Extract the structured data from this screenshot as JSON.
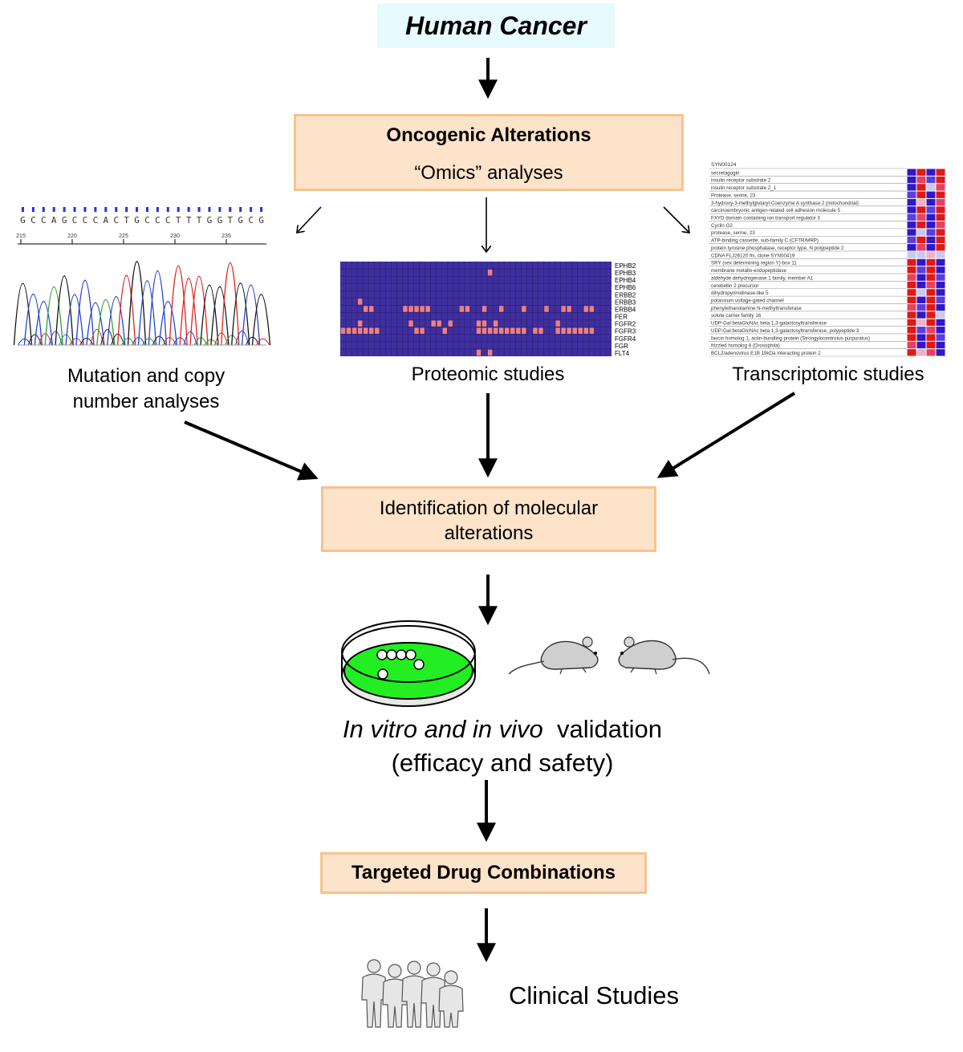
{
  "title": "Human Cancer",
  "nodes": {
    "oncogenic": {
      "title": "Oncogenic Alterations",
      "subtitle": "“Omics” analyses"
    },
    "identification": {
      "line1": "Identification of molecular",
      "line2": "alterations"
    },
    "validation": {
      "italic": "In vitro and in vivo",
      "rest": "validation",
      "line2": "(efficacy and safety)"
    },
    "targeted": {
      "label": "Targeted Drug Combinations"
    },
    "clinical": {
      "label": "Clinical Studies"
    }
  },
  "studies": {
    "mutation": {
      "line1": "Mutation and copy",
      "line2": "number analyses"
    },
    "proteomic": {
      "label": "Proteomic studies"
    },
    "transcriptomic": {
      "label": "Transcriptomic studies"
    }
  },
  "sequence": {
    "bases": [
      "G",
      "C",
      "C",
      "A",
      "G",
      "C",
      "C",
      "C",
      "A",
      "C",
      "T",
      "G",
      "C",
      "C",
      "C",
      "T",
      "T",
      "T",
      "G",
      "G",
      "T",
      "G",
      "C",
      "G"
    ],
    "positions": [
      "215",
      "220",
      "225",
      "230",
      "235"
    ],
    "base_colors": {
      "A": "#2a9d2a",
      "C": "#1f3fcf",
      "G": "#111111",
      "T": "#e0201c"
    }
  },
  "proteomic_heatmap": {
    "labels": [
      "EPHB2",
      "EPHB3",
      "EPHB4",
      "EPHB6",
      "ERBB2",
      "ERBB3",
      "ERBB4",
      "FER",
      "FGFR2",
      "FGFR3",
      "FGFR4",
      "FGR",
      "FLT4"
    ],
    "background": "#3f2f9f",
    "highlight": "#f08080"
  },
  "transcriptomic_heatmap": {
    "header": "SYN00124",
    "genes": [
      "secretagogin",
      "insulin receptor substrate 2",
      "insulin receptor substrate 2_1",
      "Protease, serine, 23",
      "3-hydroxy-3-methylglutaryl-Coenzyme A synthase 2 (mitochondrial)",
      "carcinoembryonic antigen-related cell adhesion molecule 5",
      "FXYD domain containing ion transport regulator 3",
      "Cyclin G2",
      "protease, serine, 23",
      "ATP-binding cassette, sub-family C (CFTR/MRP)",
      "protein tyrosine phosphatase, receptor type, N polypeptide 2",
      "CDNA FLJ26120 fis, clone SYN00419",
      "SRY (sex determining region Y)-box 11",
      "membrane metallo-endopeptidase",
      "aldehyde dehydrogenase 1 family, member A1",
      "cerebellin 2 precursor",
      "dihydropyrimidinase-like 5",
      "potassium voltage-gated channel",
      "phenylethanolamine N-methyltransferase",
      "solute carrier family 16",
      "UDP-Gal:betaGlcNAc beta 1,3-galactosyltransferase",
      "UDP-Gal:betaGlcNAc beta 1,3-galactosyltransferase, polypeptide 3",
      "fascin homolog 1, actin-bundling protein (Strongylocentrotus purpuratus)",
      "frizzled homolog 8 (Drosophila)",
      "BCL2/adenovirus E1B 19kDa interacting protein 2"
    ]
  },
  "colors": {
    "box_fill": "#fce3c9",
    "box_border": "#f6c38f",
    "title_fill": "#e7fafd",
    "dish_green": "#22ee22",
    "heat_red": "#e01818",
    "heat_blue": "#3018c8"
  },
  "icons": [
    "petri-dish-icon",
    "mouse-icon",
    "people-silhouette-icon"
  ]
}
